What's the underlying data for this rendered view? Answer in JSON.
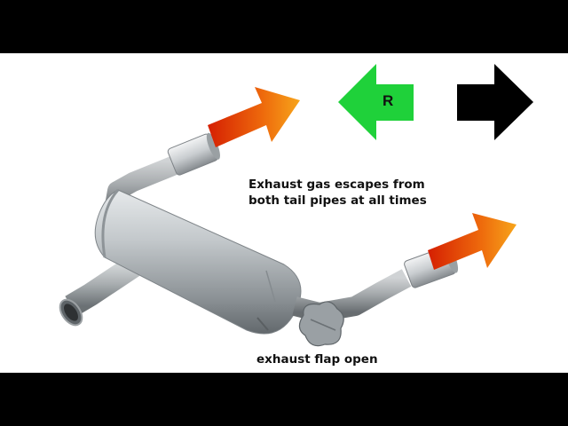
{
  "slide": {
    "caption_main_line1": "Exhaust gas escapes from",
    "caption_main_line2": "both tail pipes at all times",
    "caption_flap": "exhaust flap open",
    "gear_label": "R"
  },
  "colors": {
    "background_band": "#000000",
    "slide_background": "#ffffff",
    "reverse_arrow": "#1fd13a",
    "forward_arrow": "#000000",
    "exhaust_flow_start": "#dc2a05",
    "exhaust_flow_end": "#f5a11a",
    "metal_light": "#d8dcdf",
    "metal_dark": "#6f7579"
  },
  "icons": {
    "reverse": "left-arrow-icon",
    "forward": "right-arrow-icon",
    "flow": "exhaust-flow-arrow-icon"
  }
}
